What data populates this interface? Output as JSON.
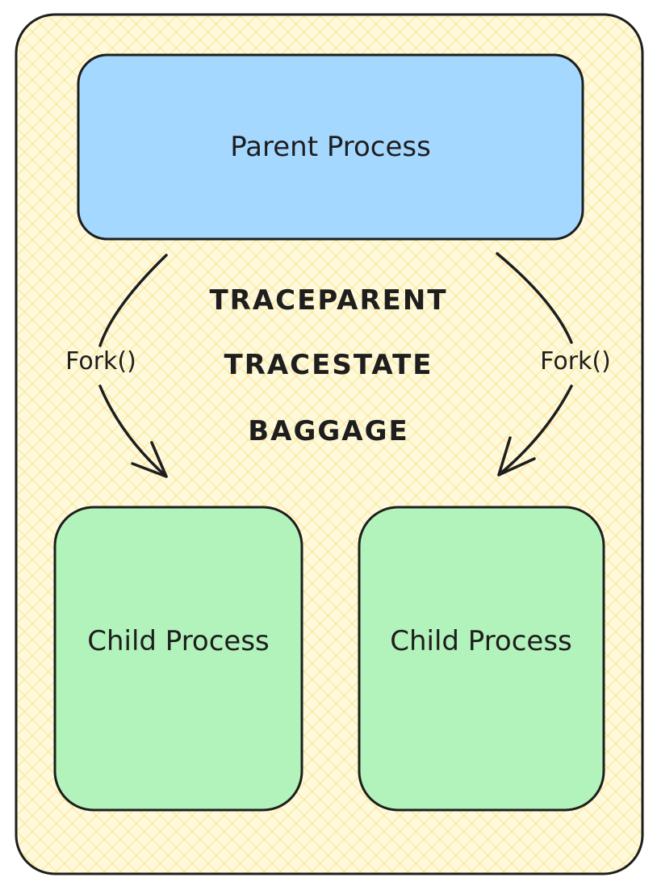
{
  "parent": {
    "label": "Parent Process"
  },
  "children": [
    {
      "label": "Child Process"
    },
    {
      "label": "Child Process"
    }
  ],
  "edges": [
    {
      "label": "Fork()"
    },
    {
      "label": "Fork()"
    }
  ],
  "context_fields": [
    "TRACEPARENT",
    "TRACESTATE",
    "BAGGAGE"
  ],
  "colors": {
    "frame_fill": "#fdf3c4",
    "frame_hatch": "#f5df7a",
    "parent_fill": "#a5d8ff",
    "child_fill": "#b2f2bb",
    "stroke": "#1e1e1e"
  }
}
